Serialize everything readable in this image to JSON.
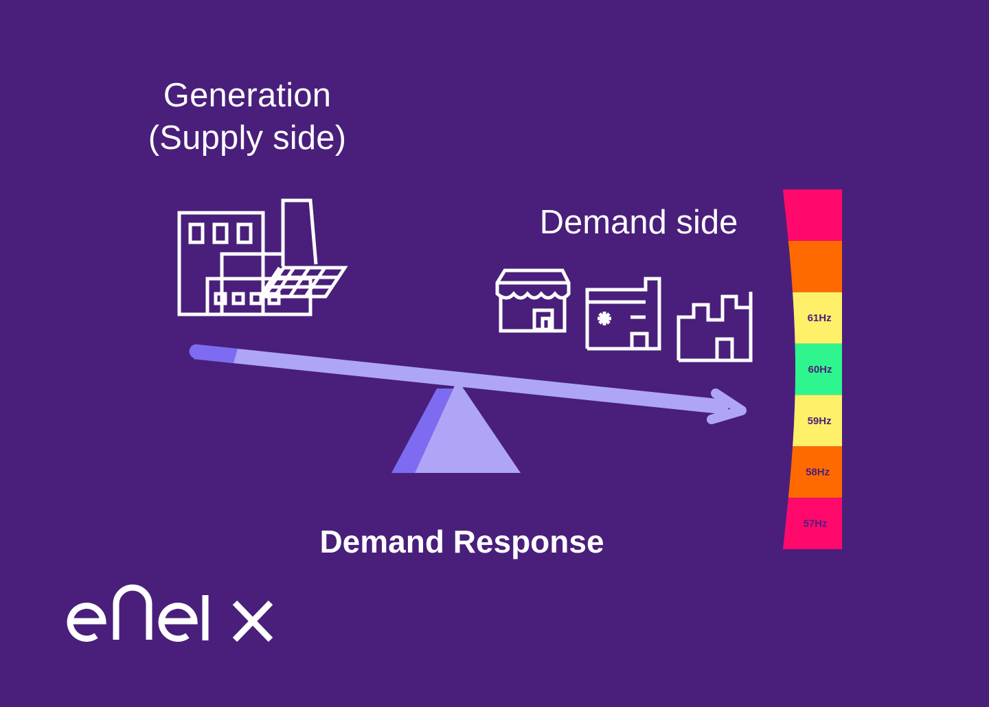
{
  "generation": {
    "title_line1": "Generation",
    "title_line2": "(Supply side)",
    "icon": "factory-with-solar-panel-icon"
  },
  "demand": {
    "title": "Demand side",
    "icons": [
      "shop-icon",
      "cold-storage-building-icon",
      "industrial-building-icon"
    ]
  },
  "center_label": "Demand Response",
  "brand": "enel x",
  "frequency_scale": {
    "bands": [
      {
        "label": "",
        "color": "#ff0a6c"
      },
      {
        "label": "",
        "color": "#ff6a00"
      },
      {
        "label": "61Hz",
        "color": "#fff06a"
      },
      {
        "label": "60Hz",
        "color": "#2ff58f"
      },
      {
        "label": "59Hz",
        "color": "#fff06a"
      },
      {
        "label": "58Hz",
        "color": "#ff6a00"
      },
      {
        "label": "57Hz",
        "color": "#ff0a6c"
      }
    ]
  },
  "colors": {
    "background": "#491f7b",
    "beam": "#aea5f7",
    "beam_dark": "#7d6cf1",
    "icon_stroke": "#ffffff"
  }
}
